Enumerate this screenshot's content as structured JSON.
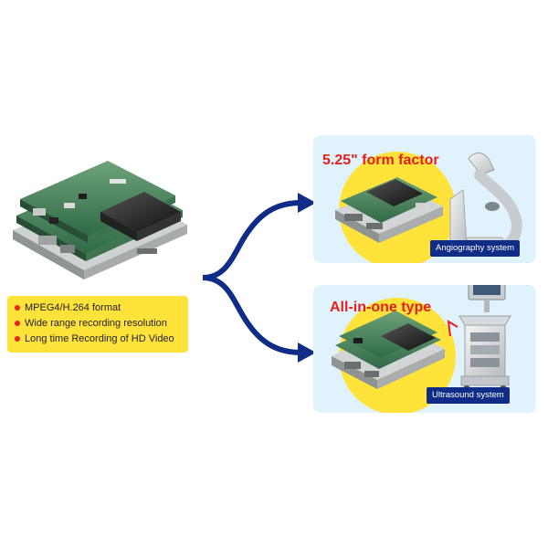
{
  "features": [
    "MPEG4/H.264 format",
    "Wide range recording resolution",
    "Long time Recording of HD Video"
  ],
  "panels": {
    "top": {
      "title": "5.25\" form factor",
      "system_label": "Angiography system"
    },
    "bottom": {
      "title": "All-in-one type",
      "system_label": "Ultrasound system"
    }
  },
  "colors": {
    "arrow": "#0f2c86",
    "highlight": "#ffe23a",
    "panel_bg": "#e0f2fb",
    "title_red": "#e3201c",
    "badge_navy": "#0f2c86"
  }
}
